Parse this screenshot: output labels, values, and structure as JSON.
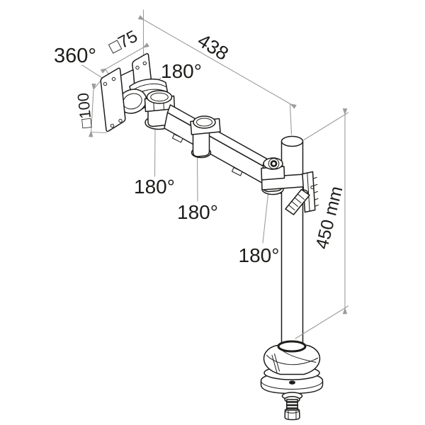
{
  "description": "Isometric technical line drawing of a single-screen desk monitor arm: VESA head, articulated arm, vertical pole and grommet base, annotated with rotation angles and dimensions.",
  "colors": {
    "background": "#ffffff",
    "line": "#1d1d1b",
    "dimension": "#9c9c9c",
    "text": "#1d1d1b"
  },
  "labels": {
    "head_rotation": "360°",
    "vesa_width": "□75",
    "arm_reach": "438",
    "vesa_height": "□100",
    "swivel_head": "180°",
    "swivel_elbow": "180°",
    "swivel_arm": "180°",
    "swivel_pole": "180°",
    "pole_height": "450 mm"
  },
  "parts": [
    "vesa-plate-front",
    "vesa-plate-back",
    "tilt-head",
    "shoulder-joint",
    "arm",
    "elbow-joint",
    "pole-clamp",
    "pole",
    "grommet-base",
    "mounting-bolt"
  ]
}
